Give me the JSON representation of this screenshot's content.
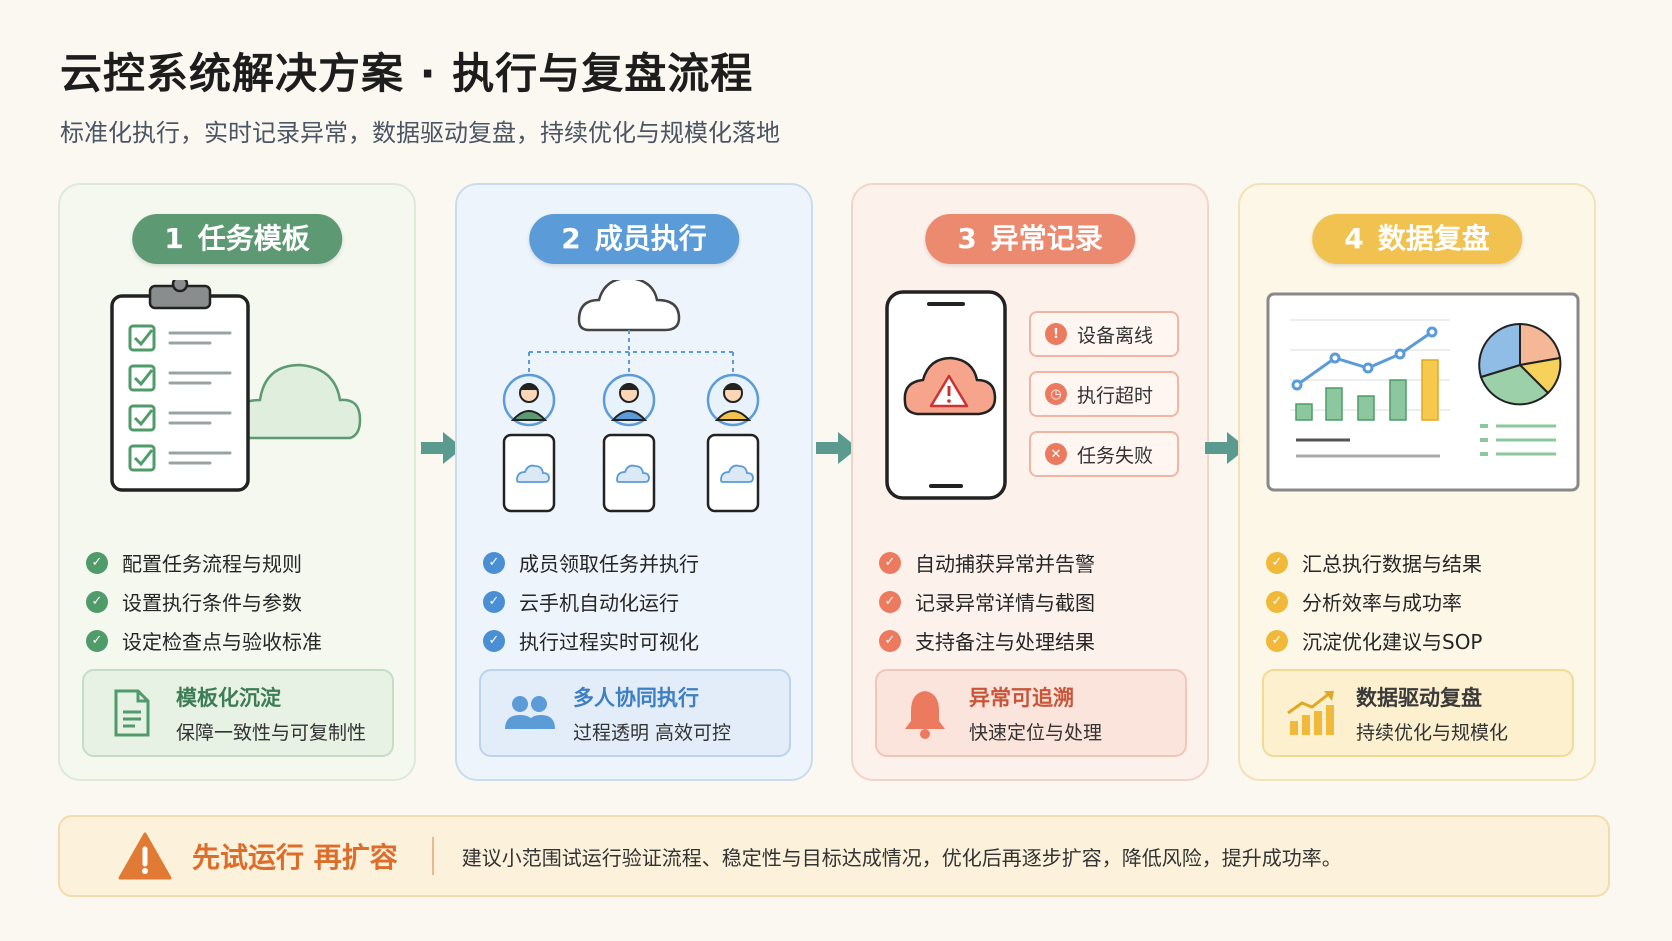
{
  "header": {
    "title": "云控系统解决方案 · 执行与复盘流程",
    "subtitle": "标准化执行，实时记录异常，数据驱动复盘，持续优化与规模化落地"
  },
  "colors": {
    "green": "#5d9a73",
    "blue": "#5b9bd8",
    "orange": "#ec8a6f",
    "yellow": "#f1c24f",
    "arrow": "#5b9a8f"
  },
  "steps": [
    {
      "num": "1",
      "title": "任务模板",
      "illustration": "clipboard-checklist-cloud",
      "bullets": [
        "配置任务流程与规则",
        "设置执行条件与参数",
        "设定检查点与验收标准"
      ],
      "note": {
        "icon": "document-icon",
        "title": "模板化沉淀",
        "subtitle": "保障一致性与可复制性"
      }
    },
    {
      "num": "2",
      "title": "成员执行",
      "illustration": "cloud-network-members-phones",
      "bullets": [
        "成员领取任务并执行",
        "云手机自动化运行",
        "执行过程实时可视化"
      ],
      "note": {
        "icon": "team-icon",
        "title": "多人协同执行",
        "subtitle": "过程透明 高效可控"
      }
    },
    {
      "num": "3",
      "title": "异常记录",
      "illustration": "phone-alert-cloud",
      "alerts": [
        {
          "icon": "exclamation-icon",
          "label": "设备离线"
        },
        {
          "icon": "clock-icon",
          "label": "执行超时"
        },
        {
          "icon": "cross-icon",
          "label": "任务失败"
        }
      ],
      "bullets": [
        "自动捕获异常并告警",
        "记录异常详情与截图",
        "支持备注与处理结果"
      ],
      "note": {
        "icon": "bell-icon",
        "title": "异常可追溯",
        "subtitle": "快速定位与处理"
      }
    },
    {
      "num": "4",
      "title": "数据复盘",
      "illustration": "dashboard-charts",
      "bullets": [
        "汇总执行数据与结果",
        "分析效率与成功率",
        "沉淀优化建议与SOP"
      ],
      "note": {
        "icon": "growth-chart-icon",
        "title": "数据驱动复盘",
        "subtitle": "持续优化与规模化"
      }
    }
  ],
  "footer": {
    "icon": "warning-icon",
    "title": "先试运行 再扩容",
    "text": "建议小范围试运行验证流程、稳定性与目标达成情况，优化后再逐步扩容，降低风险，提升成功率。"
  }
}
